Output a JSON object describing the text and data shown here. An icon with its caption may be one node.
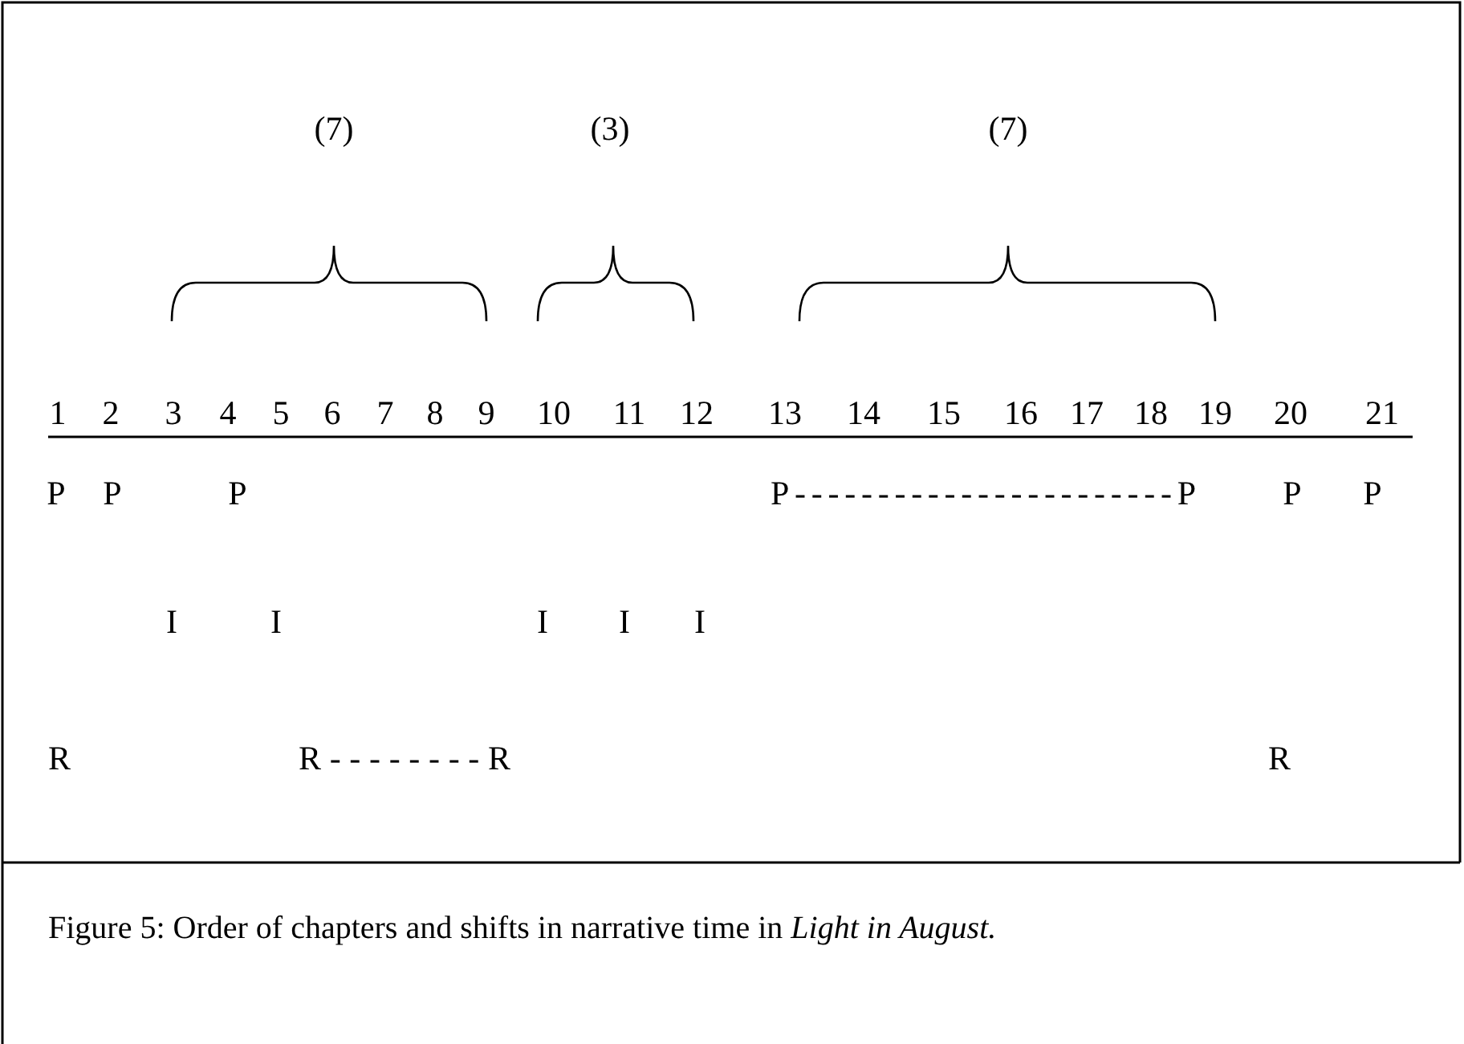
{
  "diagram": {
    "caption": "Figure 5: Order of chapters and shifts in narrative time in *Light in August.*",
    "labels": [
      "(7)",
      "(3)",
      "(7)",
      "1",
      "2",
      "3",
      "4",
      "5",
      "6",
      "7",
      "8",
      "9",
      "10",
      "11",
      "12",
      "13",
      "14",
      "15",
      "16",
      "17",
      "18",
      "19",
      "20",
      "21",
      "P",
      "P",
      "P",
      "P-----------------------P",
      "P",
      "P",
      "I",
      "I",
      "I",
      "I",
      "I",
      "R",
      "R--------R",
      "R"
    ]
  }
}
